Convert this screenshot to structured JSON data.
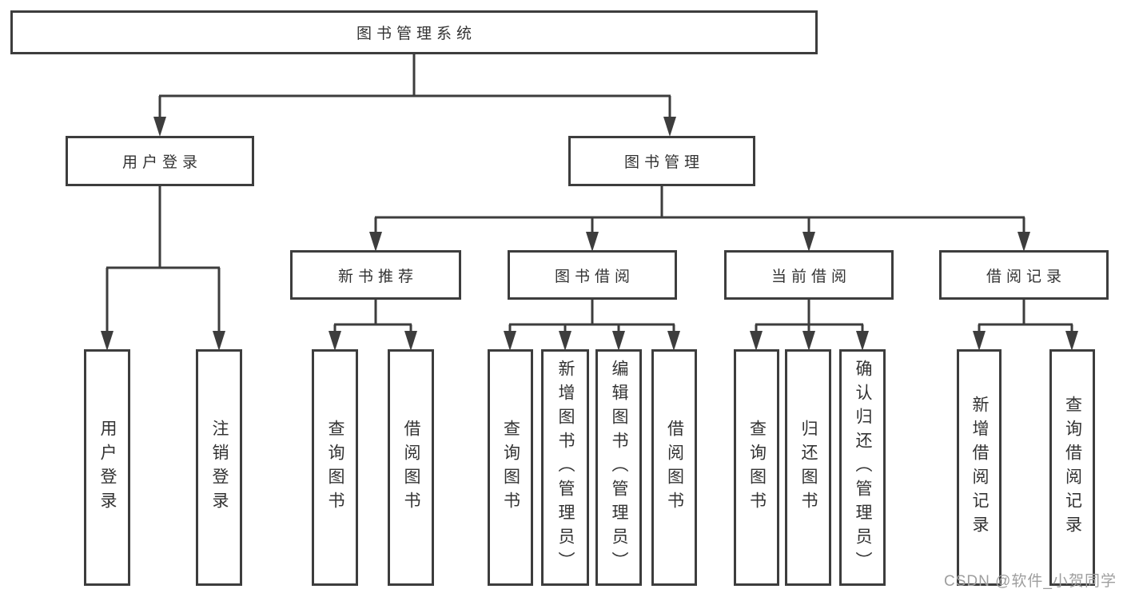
{
  "tree": {
    "root": {
      "label": "图书管理系统"
    },
    "branches": [
      {
        "label": "用户登录",
        "children": [
          {
            "label": "用户登录"
          },
          {
            "label": "注销登录"
          }
        ]
      },
      {
        "label": "图书管理",
        "children": [
          {
            "label": "新书推荐",
            "children": [
              {
                "label": "查询图书"
              },
              {
                "label": "借阅图书"
              }
            ]
          },
          {
            "label": "图书借阅",
            "children": [
              {
                "label": "查询图书"
              },
              {
                "label": "新增图书（管理员）"
              },
              {
                "label": "编辑图书（管理员）"
              },
              {
                "label": "借阅图书"
              }
            ]
          },
          {
            "label": "当前借阅",
            "children": [
              {
                "label": "查询图书"
              },
              {
                "label": "归还图书"
              },
              {
                "label": "确认归还（管理员）"
              }
            ]
          },
          {
            "label": "借阅记录",
            "children": [
              {
                "label": "新增借阅记录"
              },
              {
                "label": "查询借阅记录"
              }
            ]
          }
        ]
      }
    ]
  },
  "watermark": {
    "text": "CSDN @软件_小贺同学"
  },
  "colors": {
    "line": "#3d3d3d",
    "box_border": "#3d3d3d",
    "text": "#333333",
    "watermark": "#9e9e9e",
    "background": "#ffffff"
  }
}
